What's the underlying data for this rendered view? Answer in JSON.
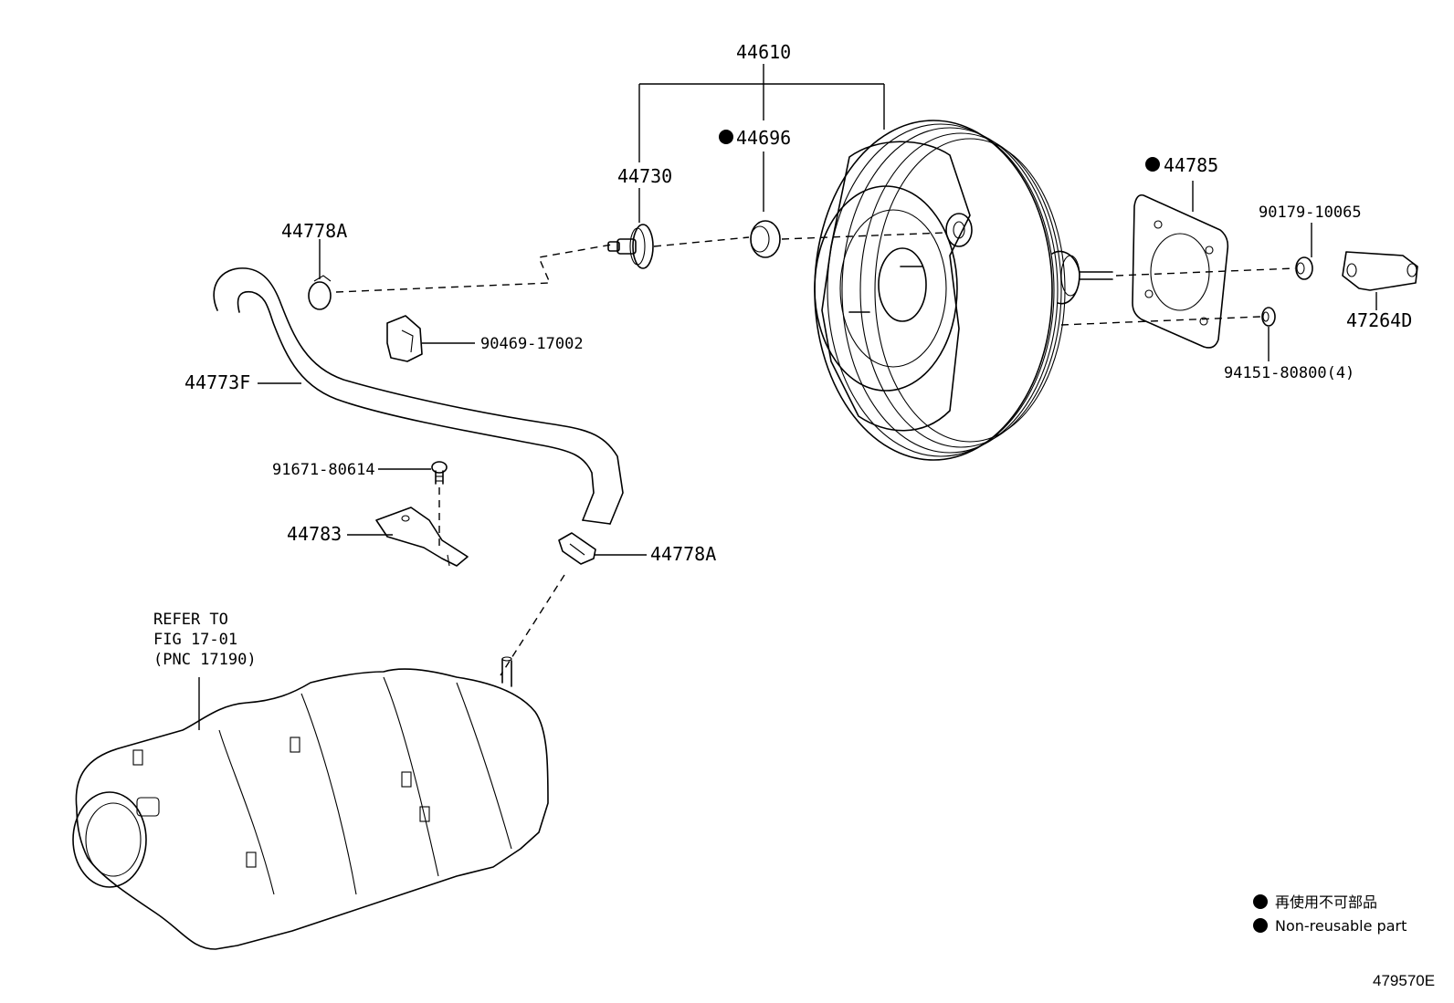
{
  "labels": {
    "assembly": "44610",
    "check_valve": "44730",
    "grommet": "44696",
    "gasket": "44785",
    "nut_upper": "90179-10065",
    "clevis": "47264D",
    "nut_lower": "94151-80800(4)",
    "clip_upper": "44778A",
    "clip_lower": "44778A",
    "hose_clamp": "90469-17002",
    "hose": "44773F",
    "bolt": "91671-80614",
    "bracket": "44783"
  },
  "refer": {
    "line1": "REFER TO",
    "line2": "FIG 17-01",
    "line3": "(PNC 17190)"
  },
  "legend": {
    "japanese": "再使用不可部品",
    "english": "Non-reusable part"
  },
  "figure_code": "479570E"
}
